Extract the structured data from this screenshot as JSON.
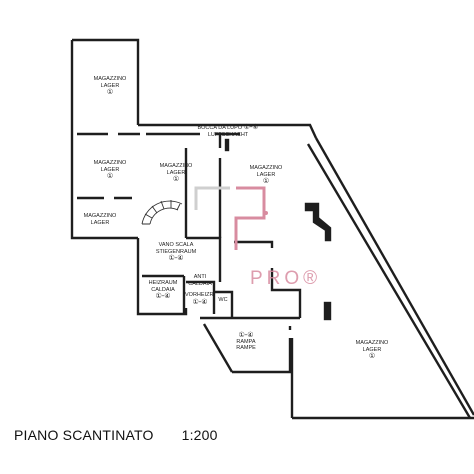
{
  "plan": {
    "title": "PIANO SCANTINATO",
    "scale": "1:200",
    "rooms": [
      {
        "id": "magazzino-top",
        "line1": "MAGAZZINO",
        "line2": "LAGER",
        "num": "①"
      },
      {
        "id": "magazzino-mid-left",
        "line1": "MAGAZZINO",
        "line2": "LAGER",
        "num": "①"
      },
      {
        "id": "magazzino-mid",
        "line1": "MAGAZZINO",
        "line2": "LAGER",
        "num": "①"
      },
      {
        "id": "magazzino-right",
        "line1": "MAGAZZINO",
        "line2": "LAGER",
        "num": "①"
      },
      {
        "id": "magazzino-small",
        "line1": "MAGAZZINO",
        "line2": "LAGER",
        "num": ""
      },
      {
        "id": "magazzino-large",
        "line1": "MAGAZZINO",
        "line2": "LAGER",
        "num": "①"
      },
      {
        "id": "vano-scala",
        "line1": "VANO SCALA",
        "line2": "STIEGENRAUM",
        "num": "①-④"
      },
      {
        "id": "heizraum",
        "line1": "HEIZRAUM",
        "line2": "CALDAIA",
        "num": "①-④"
      },
      {
        "id": "anti-caldaia",
        "line1": "ANTI",
        "line2": "CALDAIA",
        "num": ""
      },
      {
        "id": "vorheiz",
        "line1": "VORHEIZR.",
        "line2": "",
        "num": "①-④"
      },
      {
        "id": "wc",
        "line1": "WC",
        "line2": "",
        "num": ""
      },
      {
        "id": "rampa",
        "line1": "RAMPA",
        "line2": "RAMPE",
        "num": "①-④"
      },
      {
        "id": "bocca",
        "line1": "BOCCA DA LUPO",
        "line2": "LUFTSCHACHT",
        "num": "①-④"
      }
    ],
    "watermark": "PRO®"
  },
  "colors": {
    "walls": "#1e1e1e",
    "watermark": "#d88ca0"
  }
}
